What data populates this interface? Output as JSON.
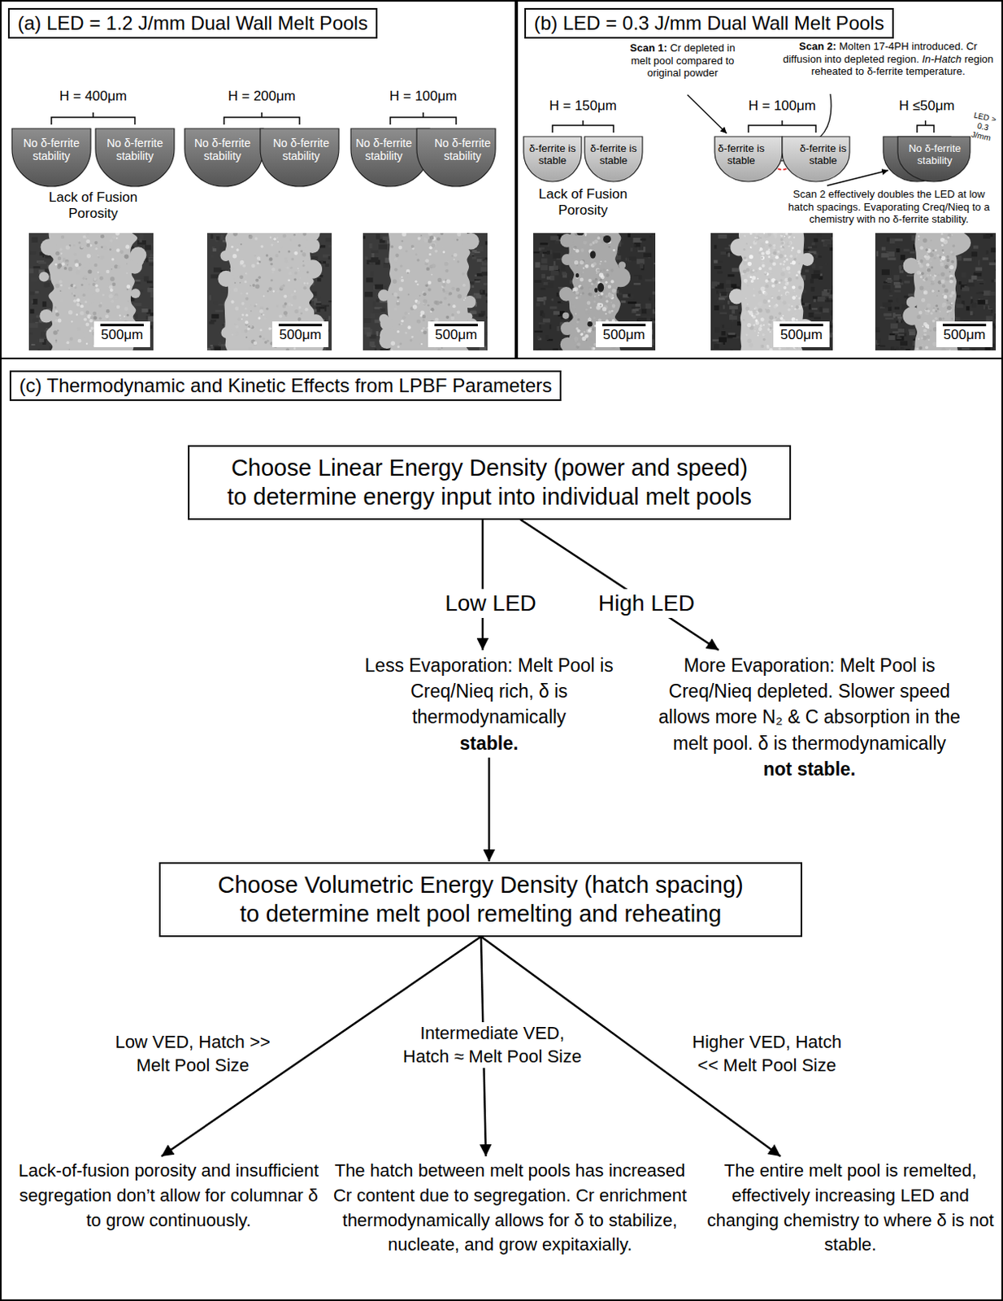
{
  "diagram": {
    "nodes": [
      {
        "text": [
          "(a) LED = 1.2 J/mm Dual Wall Melt Pools"
        ]
      },
      {
        "text": [
          "No δ-ferrite stability"
        ],
        "in": 0
      },
      {
        "text": [
          "No δ-ferrite stability"
        ],
        "in": 0
      },
      {
        "text": [
          "No δ-ferrite stability"
        ],
        "in": 0
      },
      {
        "text": [
          "No δ-ferrite stability"
        ],
        "in": 0
      },
      {
        "text": [
          "No δ-ferrite stability"
        ],
        "in": 0
      },
      {
        "text": [
          "No δ-ferrite stability"
        ],
        "in": 0
      },
      {
        "text": [
          "(b) LED = 0.3 J/mm Dual Wall Melt Pools"
        ]
      },
      {
        "text": [
          "δ-ferrite is stable"
        ],
        "in": 7
      },
      {
        "text": [
          "δ-ferrite is stable"
        ],
        "in": 7
      },
      {
        "text": [
          "δ-ferrite is stable"
        ],
        "in": 7
      },
      {
        "text": [
          "δ-ferrite is stable"
        ],
        "in": 7
      },
      {
        "text": [
          "No δ-ferrite stability"
        ],
        "in": 7
      },
      {
        "text": [
          "(c) Thermodynamic and Kinetic Effects from LPBF Parameters"
        ]
      },
      {
        "text": [
          "Choose Linear Energy Density (power and speed) to determine energy input into individual melt pools"
        ],
        "in": 13
      },
      {
        "text": [
          "Less Evaporation: Melt Pool is Creq/Nieq rich, δ is thermodynamically",
          "stable."
        ],
        "in": 13
      },
      {
        "text": [
          "More Evaporation: Melt Pool is Creq/Nieq depleted. Slower speed allows more N₂ & C absorption in the melt pool. δ is thermodynamically",
          "not stable."
        ],
        "in": 13
      },
      {
        "text": [
          "Choose Volumetric Energy Density (hatch spacing) to determine melt pool remelting and reheating"
        ],
        "in": 13
      },
      {
        "text": [
          "Lack-of-fusion porosity and insufficient segregation don’t allow for columnar δ to grow continuously."
        ],
        "in": 13
      },
      {
        "text": [
          "The hatch between melt pools has increased Cr content due to segregation. Cr enrichment thermodynamically allows for δ to stabilize, nucleate, and grow expitaxially."
        ],
        "in": 13
      },
      {
        "text": [
          "The entire melt pool is remelted, effectively increasing LED and changing chemistry to where δ is not stable."
        ],
        "in": 13
      }
    ],
    "edges": [
      {
        "from": 14,
        "to": 15,
        "arrow": "to",
        "label": "Low LED"
      },
      {
        "from": 14,
        "to": 16,
        "arrow": "to",
        "label": "High LED"
      },
      {
        "from": 15,
        "to": 17,
        "arrow": "to"
      },
      {
        "from": 17,
        "to": 18,
        "arrow": "to",
        "label": "Low VED, Hatch >> Melt Pool Size"
      },
      {
        "from": 17,
        "to": 19,
        "arrow": "to",
        "label": "Intermediate VED, Hatch ≈ Melt Pool Size"
      },
      {
        "from": 17,
        "to": 20,
        "arrow": "to",
        "label": "Higher VED, Hatch << Melt Pool Size"
      }
    ],
    "labels": [
      "H = 400μm",
      "H = 200μm",
      "H = 100μm",
      "Lack of Fusion Porosity",
      "500μm",
      "500μm",
      "500μm",
      "Scan 1:",
      "Cr depleted in melt pool compared to original powder",
      "Scan 2:",
      "Molten 17-4PH introduced. Cr diffusion into depleted region.",
      "In-Hatch",
      "region reheated to δ-ferrite temperature.",
      "H = 150μm",
      "H = 100μm",
      "H ≤50μm",
      "LED > 0.3 J/mm",
      "Lack of Fusion Porosity",
      "Scan 2 effectively doubles the LED at low hatch spacings. Evaporating Creq/Nieq to a chemistry with no δ-ferrite stability.",
      "500μm",
      "500μm",
      "500μm"
    ]
  }
}
